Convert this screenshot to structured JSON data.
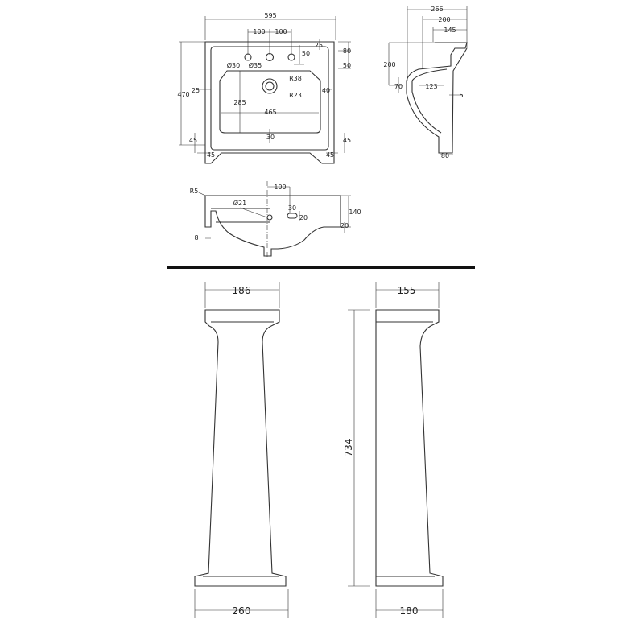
{
  "plan_view": {
    "width": "595",
    "tap_spacing_left": "100",
    "tap_spacing_right": "100",
    "depth": "470",
    "rim_top": "25",
    "tap_offset": "50",
    "rim_back": "80",
    "rim_side": "50",
    "tap_hole_small": "Ø30",
    "tap_hole_large": "Ø35",
    "waste_outer": "R38",
    "waste_inner": "R23",
    "bowl_left_margin": "25",
    "bowl_right_margin": "40",
    "bowl_depth": "285",
    "bowl_width": "465",
    "front_margin": "30",
    "chamfer_left_v": "45",
    "chamfer_right_v": "45",
    "chamfer_left_h": "45",
    "chamfer_right_h": "45"
  },
  "side_section": {
    "overall_depth": "266",
    "depth_200": "200",
    "depth_145": "145",
    "height_200": "200",
    "height_70": "70",
    "inner_123": "123",
    "wall_5": "5",
    "base_80": "80"
  },
  "front_section": {
    "radius": "R5",
    "overflow_hole": "Ø21",
    "offset_100": "100",
    "slot_30": "30",
    "slot_20": "20",
    "height_140": "140",
    "foot_20": "20",
    "thickness_8": "8"
  },
  "pedestal_front": {
    "top_width": "186",
    "base_width": "260"
  },
  "pedestal_side": {
    "top_width": "155",
    "base_width": "180",
    "height": "734"
  }
}
